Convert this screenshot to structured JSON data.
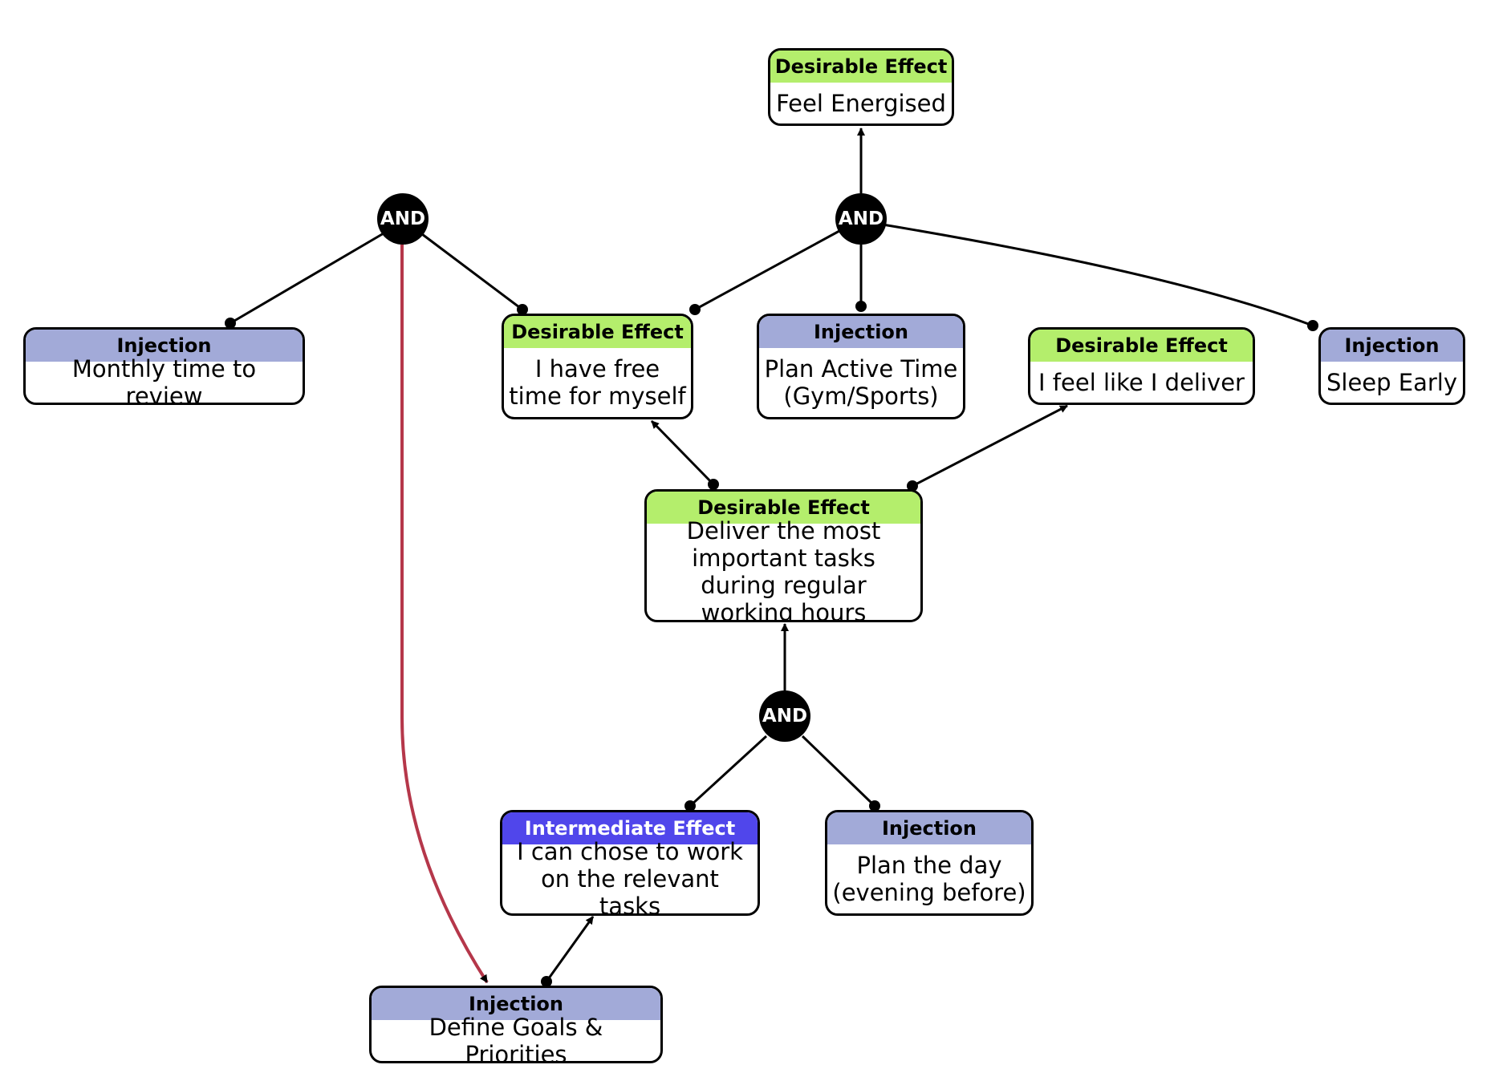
{
  "nodes": [
    {
      "id": "feel-energised",
      "type_label": "Desirable Effect",
      "text": "Feel Energised"
    },
    {
      "id": "monthly-review",
      "type_label": "Injection",
      "text": "Monthly time to review"
    },
    {
      "id": "free-time",
      "type_label": "Desirable Effect",
      "text": "I have free time for myself"
    },
    {
      "id": "active-time",
      "type_label": "Injection",
      "text": "Plan Active Time (Gym/Sports)"
    },
    {
      "id": "feel-deliver",
      "type_label": "Desirable Effect",
      "text": "I feel like I deliver"
    },
    {
      "id": "sleep-early",
      "type_label": "Injection",
      "text": "Sleep Early"
    },
    {
      "id": "deliver-tasks",
      "type_label": "Desirable Effect",
      "text": "Deliver the most important tasks during regular working hours"
    },
    {
      "id": "chose-tasks",
      "type_label": "Intermediate Effect",
      "text": "I can chose to work on the relevant tasks"
    },
    {
      "id": "plan-day",
      "type_label": "Injection",
      "text": "Plan the day (evening before)"
    },
    {
      "id": "define-goals",
      "type_label": "Injection",
      "text": "Define Goals & Priorities"
    }
  ],
  "gates": [
    {
      "id": "and-left",
      "label": "AND"
    },
    {
      "id": "and-top",
      "label": "AND"
    },
    {
      "id": "and-bottom",
      "label": "AND"
    }
  ],
  "edges": [
    {
      "from": "and-top",
      "to": "feel-energised",
      "kind": "arrow"
    },
    {
      "from": "free-time",
      "to": "and-top",
      "kind": "dot"
    },
    {
      "from": "active-time",
      "to": "and-top",
      "kind": "dot"
    },
    {
      "from": "sleep-early",
      "to": "and-top",
      "kind": "dot"
    },
    {
      "from": "monthly-review",
      "to": "and-left",
      "kind": "dot"
    },
    {
      "from": "free-time",
      "to": "and-left",
      "kind": "dot"
    },
    {
      "from": "and-left",
      "to": "define-goals",
      "kind": "arrow",
      "color": "#b5374a"
    },
    {
      "from": "deliver-tasks",
      "to": "free-time",
      "kind": "dot-arrow"
    },
    {
      "from": "deliver-tasks",
      "to": "feel-deliver",
      "kind": "dot-arrow"
    },
    {
      "from": "and-bottom",
      "to": "deliver-tasks",
      "kind": "arrow"
    },
    {
      "from": "chose-tasks",
      "to": "and-bottom",
      "kind": "dot"
    },
    {
      "from": "plan-day",
      "to": "and-bottom",
      "kind": "dot"
    },
    {
      "from": "define-goals",
      "to": "chose-tasks",
      "kind": "dot-arrow"
    }
  ]
}
